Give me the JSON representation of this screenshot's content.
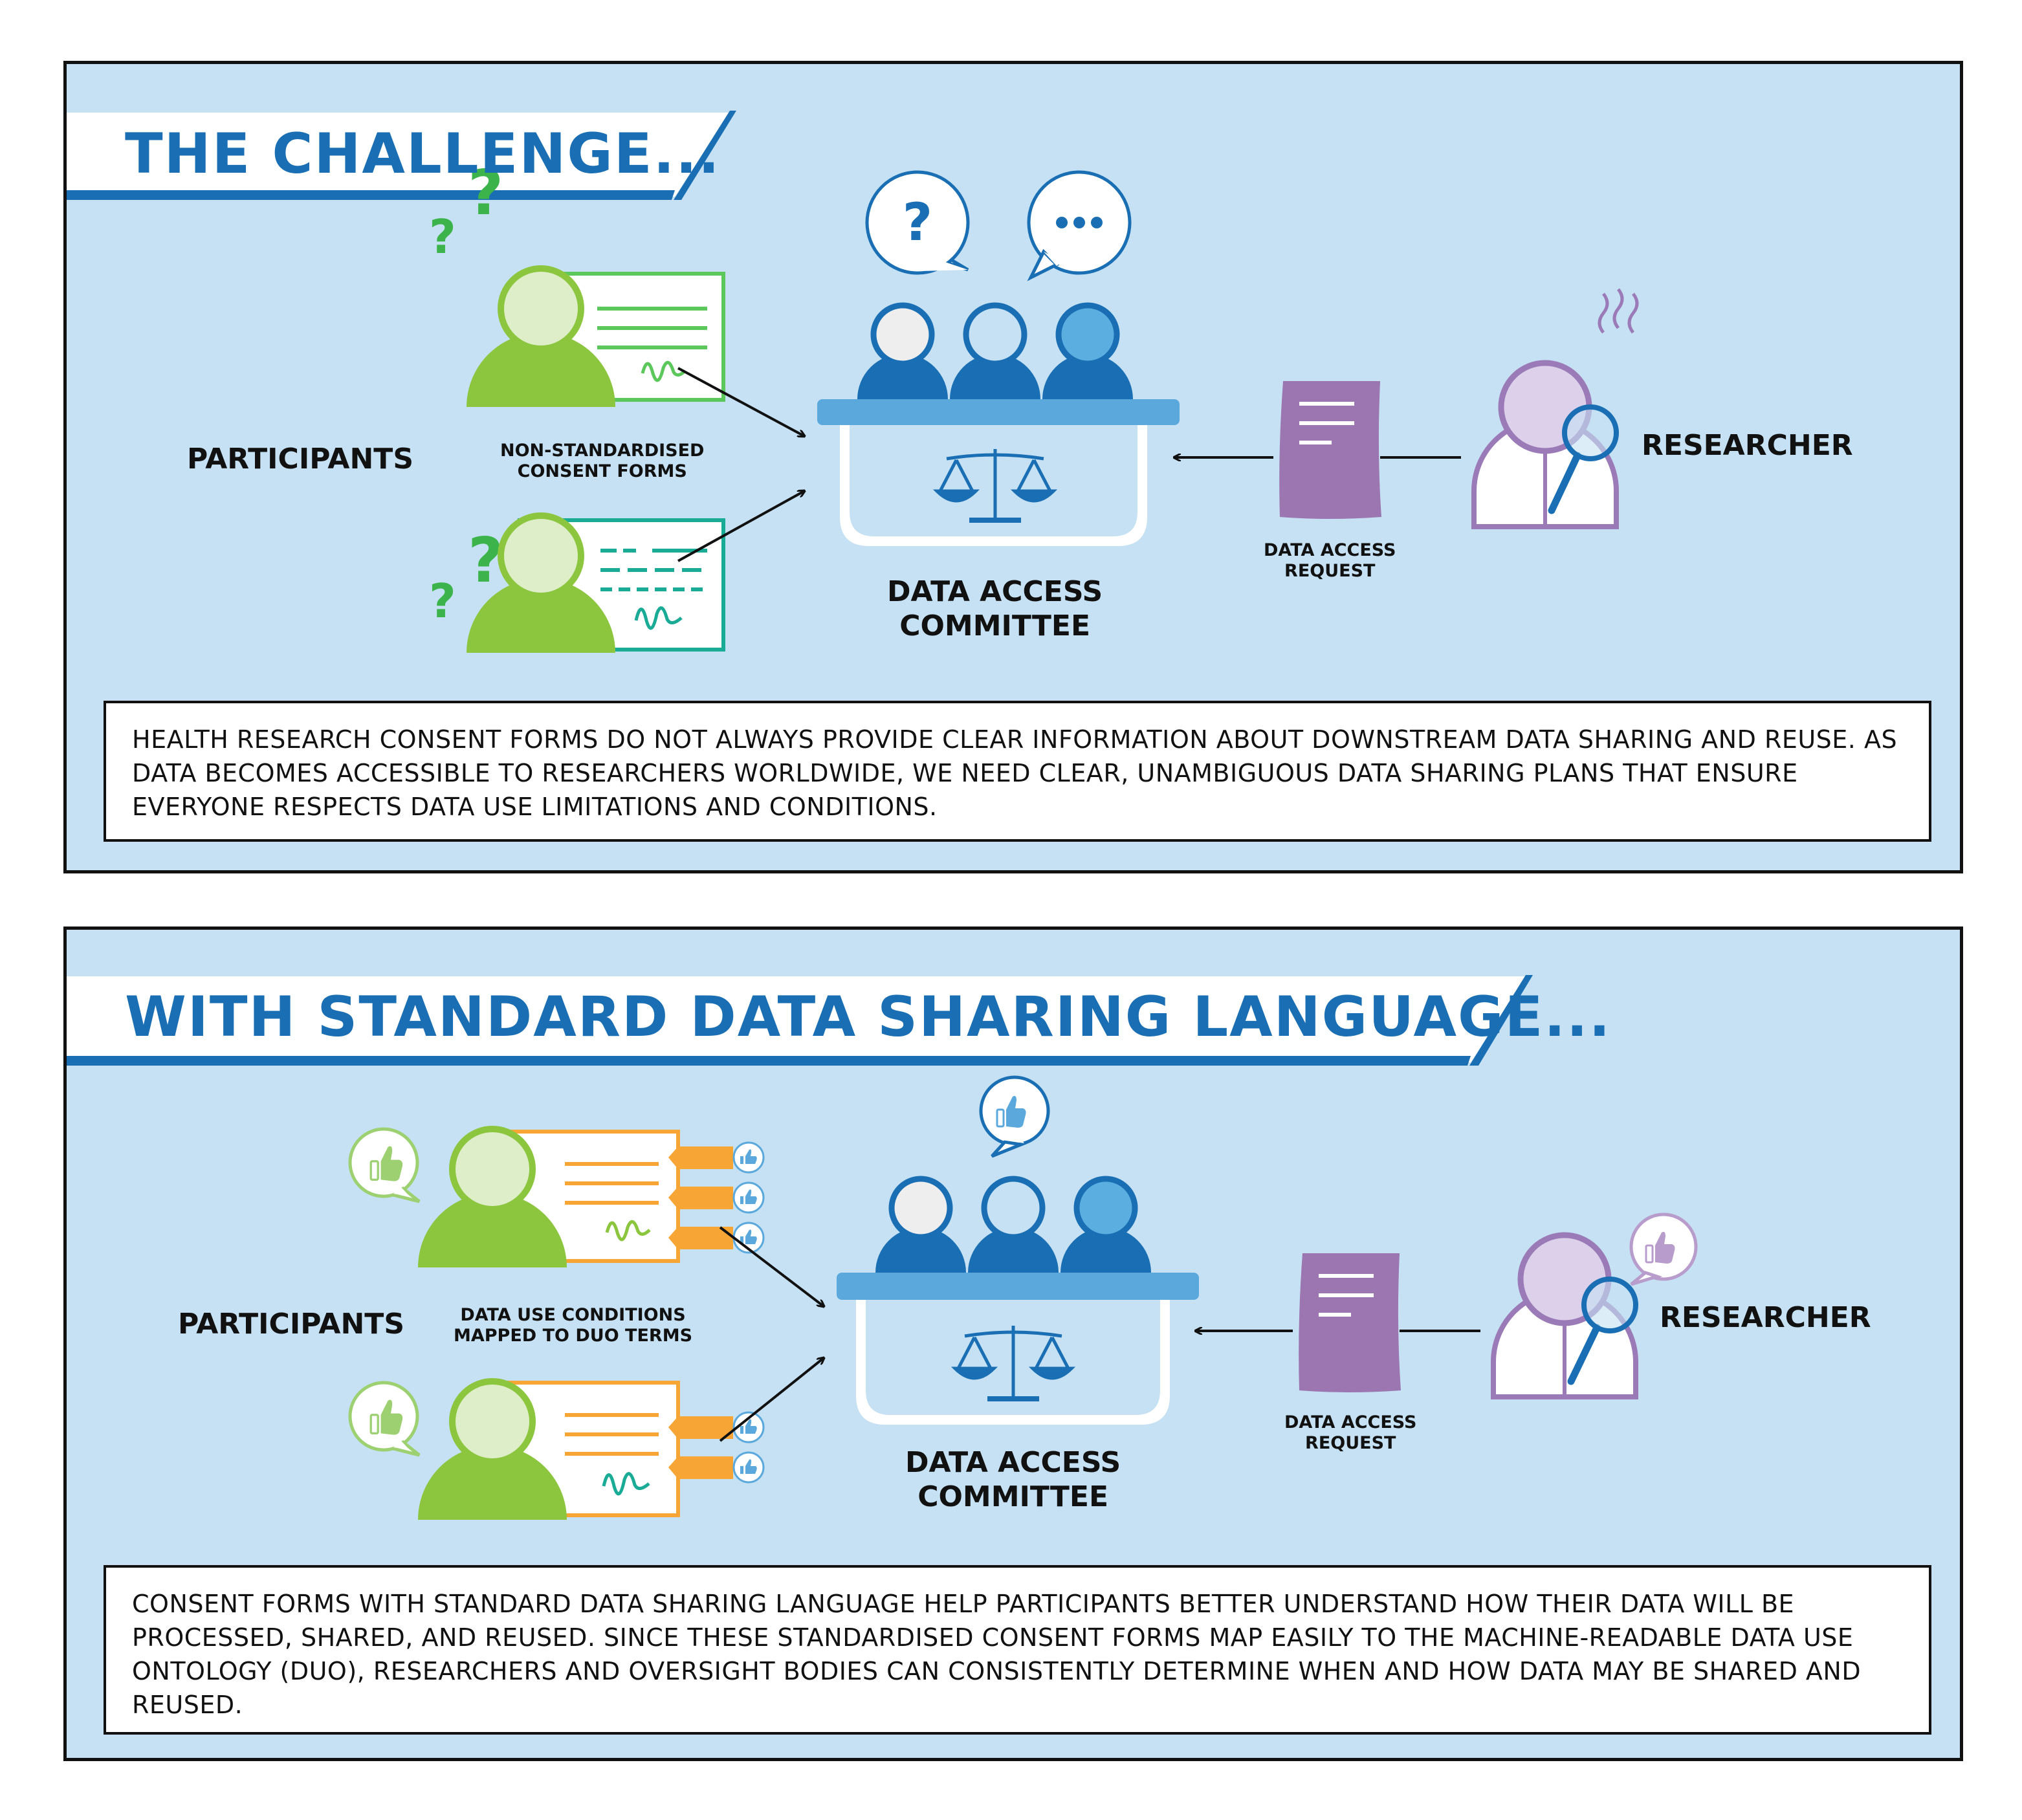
{
  "panels": [
    {
      "title": "THE CHALLENGE...",
      "participants_label": "PARTICIPANTS",
      "forms_label_line1": "NON-STANDARDISED",
      "forms_label_line2": "CONSENT FORMS",
      "committee_label_line1": "DATA ACCESS",
      "committee_label_line2": "COMMITTEE",
      "request_label_line1": "DATA ACCESS",
      "request_label_line2": "REQUEST",
      "researcher_label": "RESEARCHER",
      "committee_bubbles": [
        "?",
        "..."
      ],
      "description": "HEALTH RESEARCH CONSENT FORMS DO NOT ALWAYS PROVIDE CLEAR INFORMATION ABOUT DOWNSTREAM DATA SHARING AND REUSE. AS DATA BECOMES ACCESSIBLE TO RESEARCHERS WORLDWIDE, WE NEED CLEAR, UNAMBIGUOUS DATA SHARING PLANS THAT ENSURE EVERYONE RESPECTS DATA USE LIMITATIONS AND CONDITIONS."
    },
    {
      "title": "WITH STANDARD DATA SHARING LANGUAGE...",
      "participants_label": "PARTICIPANTS",
      "forms_label_line1": "DATA USE CONDITIONS",
      "forms_label_line2": "MAPPED TO DUO TERMS",
      "committee_label_line1": "DATA ACCESS",
      "committee_label_line2": "COMMITTEE",
      "request_label_line1": "DATA ACCESS",
      "request_label_line2": "REQUEST",
      "researcher_label": "RESEARCHER",
      "description": "CONSENT FORMS WITH STANDARD DATA SHARING LANGUAGE HELP PARTICIPANTS BETTER UNDERSTAND HOW THEIR DATA WILL BE PROCESSED, SHARED, AND REUSED. SINCE THESE STANDARDISED CONSENT FORMS MAP EASILY TO THE MACHINE-READABLE DATA USE ONTOLOGY (DUO), RESEARCHERS AND OVERSIGHT BODIES CAN CONSISTENTLY DETERMINE WHEN AND HOW DATA MAY BE SHARED AND REUSED."
    }
  ],
  "icons": {
    "participant": "person-icon",
    "consent_form": "consent-form-icon",
    "question_marks": "question-mark-icon",
    "thumbs_up": "thumbs-up-icon",
    "duo_tag": "duo-tag-icon",
    "committee_member": "person-icon",
    "scales": "scales-of-justice-icon",
    "request_document": "document-icon",
    "researcher": "researcher-with-magnifier-icon",
    "stress_lines": "stress-lines-icon",
    "arrow": "arrow-icon"
  },
  "colors": {
    "panel_background": "#c5e1f3",
    "title_blue": "#1a6fb4",
    "participant_green": "#8cc63f",
    "participant_light": "#ddeec8",
    "question_green": "#3cb44b",
    "form_green": "#5cc85c",
    "form_teal": "#1aab96",
    "form_orange": "#f7a535",
    "committee_dark": "#1a6fb4",
    "committee_mid": "#5aaee0",
    "table_blue": "#5aa8dc",
    "researcher_purple": "#9b7bb7",
    "researcher_light": "#ddd0ea",
    "document_purple": "#9b76b0"
  }
}
